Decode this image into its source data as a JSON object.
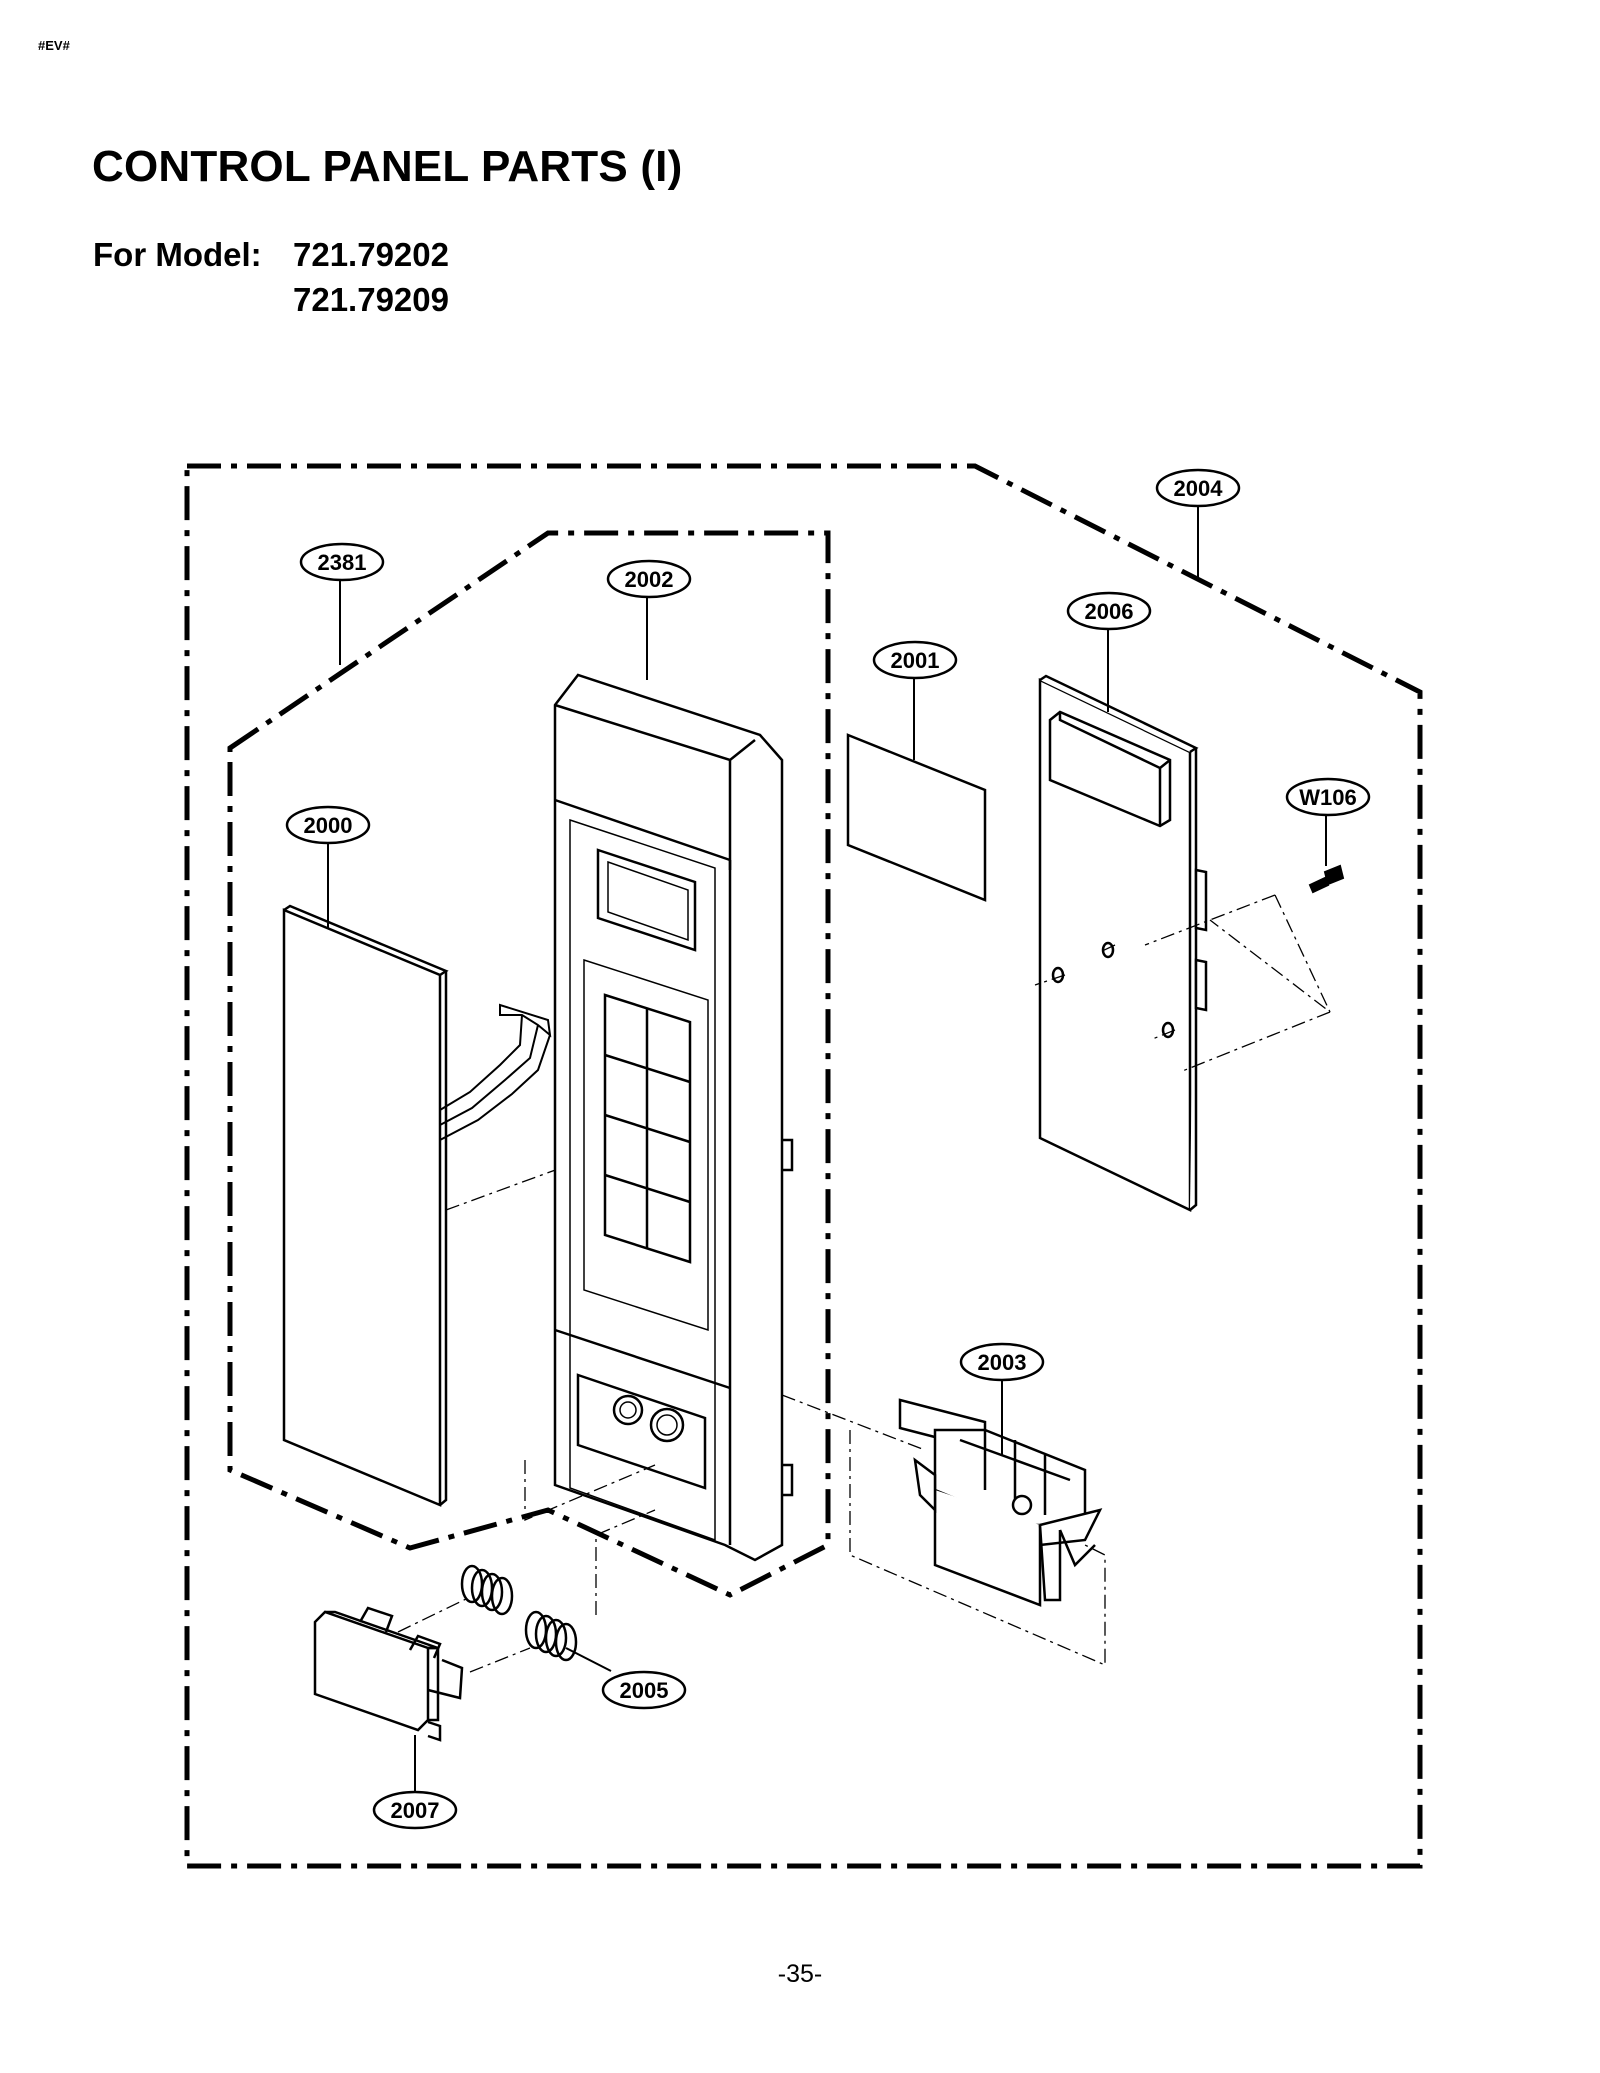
{
  "header": {
    "tag": "#EV#",
    "title": "CONTROL PANEL PARTS (I)",
    "model_label": "For Model:",
    "models": [
      "721.79202",
      "721.79209"
    ]
  },
  "callouts": {
    "c2381": "2381",
    "c2002": "2002",
    "c2004": "2004",
    "c2006": "2006",
    "c2001": "2001",
    "cW106": "W106",
    "c2000": "2000",
    "c2003": "2003",
    "c2005": "2005",
    "c2007": "2007"
  },
  "footer": {
    "page_number": "-35-"
  }
}
